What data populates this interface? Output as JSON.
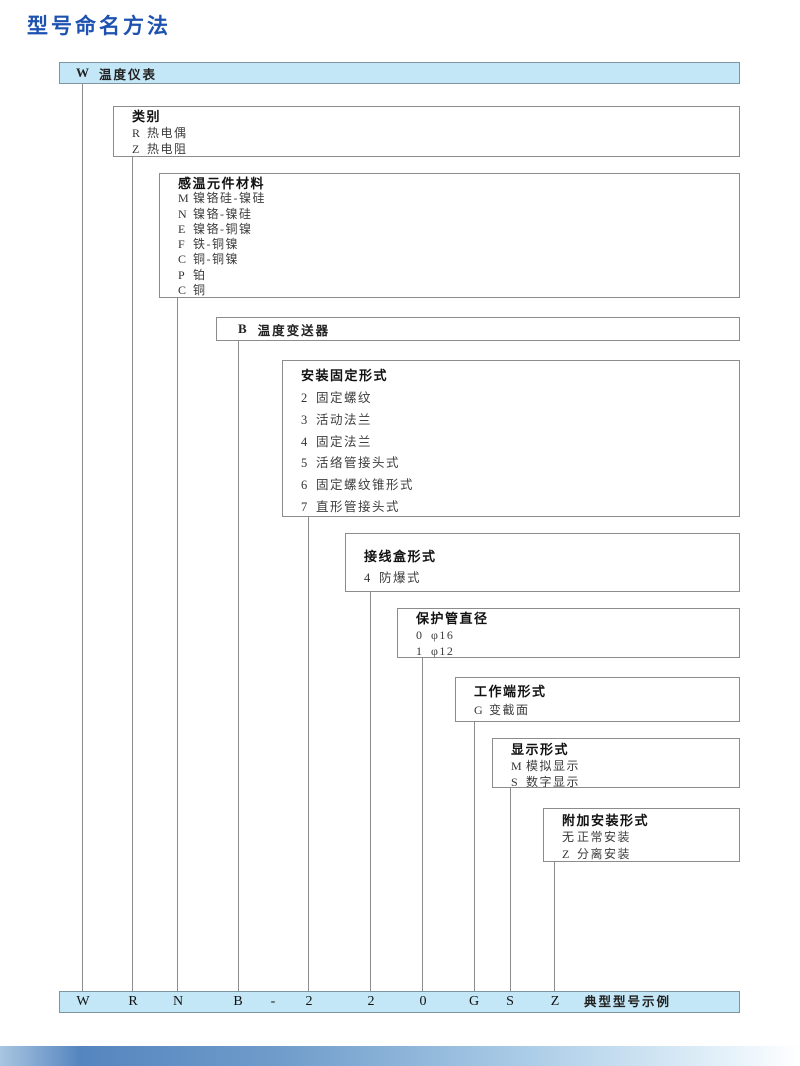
{
  "page": {
    "title": "型号命名方法"
  },
  "header_bar": {
    "code": "W",
    "label": "温度仪表"
  },
  "boxes": [
    {
      "title": "类别",
      "items": [
        {
          "code": "R",
          "label": "热电偶"
        },
        {
          "code": "Z",
          "label": "热电阻"
        }
      ]
    },
    {
      "title": "感温元件材料",
      "items": [
        {
          "code": "M",
          "label": "镍铬硅-镍硅"
        },
        {
          "code": "N",
          "label": "镍铬-镍硅"
        },
        {
          "code": "E",
          "label": "镍铬-铜镍"
        },
        {
          "code": "F",
          "label": "铁-铜镍"
        },
        {
          "code": "C",
          "label": "铜-铜镍"
        },
        {
          "code": "P",
          "label": "铂"
        },
        {
          "code": "C",
          "label": "铜"
        }
      ]
    },
    {
      "code": "B",
      "label": "温度变送器",
      "items": []
    },
    {
      "title": "安装固定形式",
      "items": [
        {
          "code": "2",
          "label": "固定螺纹"
        },
        {
          "code": "3",
          "label": "活动法兰"
        },
        {
          "code": "4",
          "label": "固定法兰"
        },
        {
          "code": "5",
          "label": "活络管接头式"
        },
        {
          "code": "6",
          "label": "固定螺纹锥形式"
        },
        {
          "code": "7",
          "label": "直形管接头式"
        }
      ]
    },
    {
      "title": "接线盒形式",
      "items": [
        {
          "code": "4",
          "label": "防爆式"
        }
      ]
    },
    {
      "title": "保护管直径",
      "items": [
        {
          "code": "0",
          "label": "φ16"
        },
        {
          "code": "1",
          "label": "φ12"
        }
      ]
    },
    {
      "title": "工作端形式",
      "items": [
        {
          "code": "G",
          "label": "变截面"
        }
      ]
    },
    {
      "title": "显示形式",
      "items": [
        {
          "code": "M",
          "label": "模拟显示"
        },
        {
          "code": "S",
          "label": "数字显示"
        }
      ]
    },
    {
      "title": "附加安装形式",
      "items": [
        {
          "code": "无",
          "label": "正常安装"
        },
        {
          "code": "Z",
          "label": "分离安装"
        }
      ]
    }
  ],
  "bottom_bar": {
    "codes": [
      "W",
      "R",
      "N",
      "B",
      "-",
      "2",
      "2",
      "0",
      "G",
      "S",
      "Z"
    ],
    "label": "典型型号示例"
  }
}
